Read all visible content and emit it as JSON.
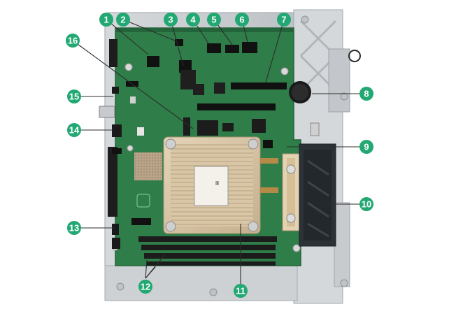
{
  "colors": {
    "callout": "#22a872",
    "pcb": "#2f7d48",
    "pcb_dark": "#24643a",
    "heatsink": "#d9c6a7",
    "chassis": "#c9cdd1",
    "fan": "#2c3237",
    "dimm": "#3b6a45"
  },
  "callouts": [
    {
      "label": "1"
    },
    {
      "label": "2"
    },
    {
      "label": "3"
    },
    {
      "label": "4"
    },
    {
      "label": "5"
    },
    {
      "label": "6"
    },
    {
      "label": "7"
    },
    {
      "label": "8"
    },
    {
      "label": "9"
    },
    {
      "label": "10"
    },
    {
      "label": "11"
    },
    {
      "label": "12"
    },
    {
      "label": "13"
    },
    {
      "label": "14"
    },
    {
      "label": "15"
    },
    {
      "label": "16"
    }
  ]
}
